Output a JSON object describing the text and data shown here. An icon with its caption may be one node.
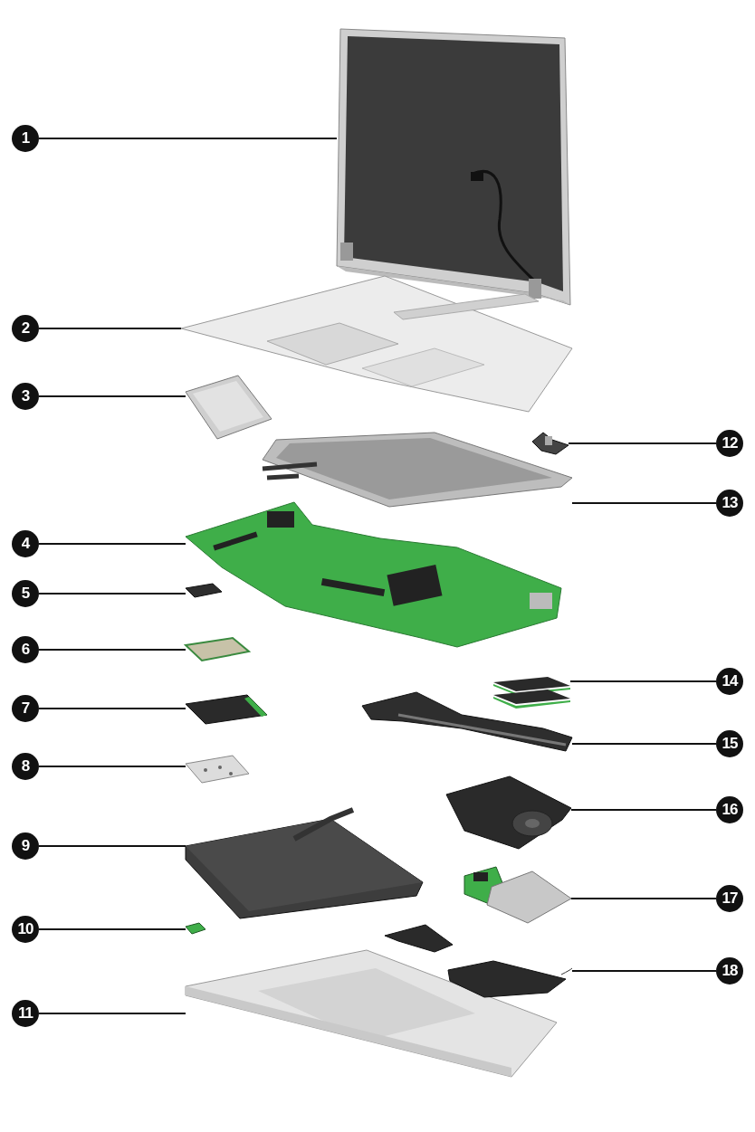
{
  "diagram": {
    "nodes": [
      {
        "text": [
          "1"
        ]
      },
      {
        "text": [
          "2"
        ]
      },
      {
        "text": [
          "3"
        ]
      },
      {
        "text": [
          "4"
        ]
      },
      {
        "text": [
          "5"
        ]
      },
      {
        "text": [
          "6"
        ]
      },
      {
        "text": [
          "7"
        ]
      },
      {
        "text": [
          "8"
        ]
      },
      {
        "text": [
          "9"
        ]
      },
      {
        "text": [
          "10"
        ]
      },
      {
        "text": [
          "11"
        ]
      },
      {
        "text": [
          "12"
        ]
      },
      {
        "text": [
          "13"
        ]
      },
      {
        "text": [
          "14"
        ]
      },
      {
        "text": [
          "15"
        ]
      },
      {
        "text": [
          "16"
        ]
      },
      {
        "text": [
          "17"
        ]
      },
      {
        "text": [
          "18"
        ]
      },
      {
        "text": [],
        "shape": "picture"
      },
      {
        "text": [],
        "shape": "picture"
      },
      {
        "text": [],
        "shape": "picture"
      },
      {
        "text": [],
        "shape": "picture"
      },
      {
        "text": [],
        "shape": "picture"
      },
      {
        "text": [],
        "shape": "picture"
      },
      {
        "text": [],
        "shape": "picture"
      },
      {
        "text": [],
        "shape": "picture"
      },
      {
        "text": [],
        "shape": "picture"
      },
      {
        "text": [],
        "shape": "picture"
      },
      {
        "text": [],
        "shape": "picture"
      },
      {
        "text": [],
        "shape": "picture"
      },
      {
        "text": [],
        "shape": "picture"
      },
      {
        "text": [],
        "shape": "picture"
      },
      {
        "text": [],
        "shape": "picture"
      },
      {
        "text": [],
        "shape": "picture"
      },
      {
        "text": [],
        "shape": "picture"
      },
      {
        "text": [],
        "shape": "picture"
      }
    ],
    "edges": [
      {
        "from": 0,
        "to": 18,
        "arrow": "none"
      },
      {
        "from": 1,
        "to": 19,
        "arrow": "none"
      },
      {
        "from": 2,
        "to": 20,
        "arrow": "none"
      },
      {
        "from": 3,
        "to": 21,
        "arrow": "none"
      },
      {
        "from": 4,
        "to": 22,
        "arrow": "none"
      },
      {
        "from": 5,
        "to": 23,
        "arrow": "none"
      },
      {
        "from": 6,
        "to": 24,
        "arrow": "none"
      },
      {
        "from": 7,
        "to": 25,
        "arrow": "none"
      },
      {
        "from": 8,
        "to": 26,
        "arrow": "none"
      },
      {
        "from": 9,
        "to": 27,
        "arrow": "none"
      },
      {
        "from": 10,
        "to": 28,
        "arrow": "none"
      },
      {
        "from": 11,
        "to": 29,
        "arrow": "none"
      },
      {
        "from": 12,
        "to": 30,
        "arrow": "none"
      },
      {
        "from": 13,
        "to": 31,
        "arrow": "none"
      },
      {
        "from": 14,
        "to": 32,
        "arrow": "none"
      },
      {
        "from": 15,
        "to": 33,
        "arrow": "none"
      },
      {
        "from": 16,
        "to": 34,
        "arrow": "none"
      },
      {
        "from": 17,
        "to": 35,
        "arrow": "none"
      }
    ]
  }
}
